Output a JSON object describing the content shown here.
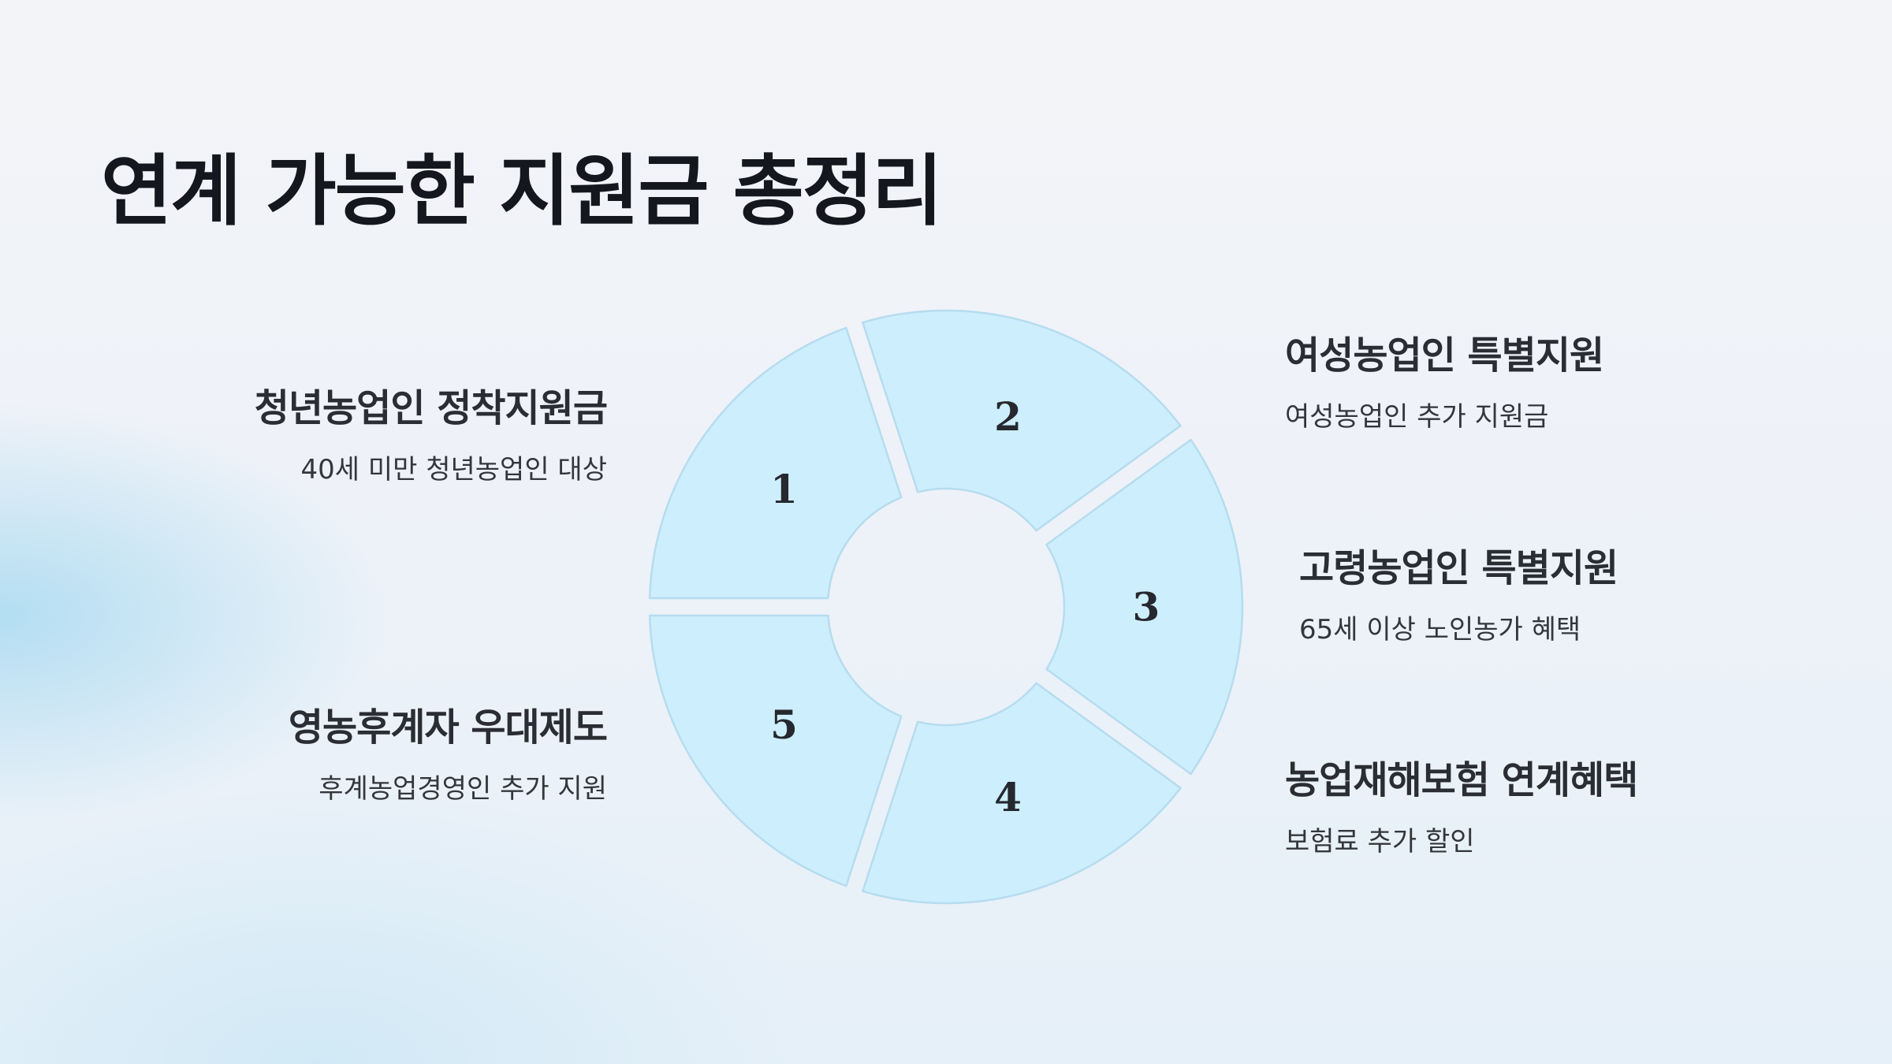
{
  "title": "연계 가능한 지원금 총정리",
  "segments": [
    {
      "number": "1",
      "heading": "청년농업인 정착지원금",
      "description": "40세 미만 청년농업인 대상"
    },
    {
      "number": "2",
      "heading": "여성농업인 특별지원",
      "description": "여성농업인 추가 지원금"
    },
    {
      "number": "3",
      "heading": "고령농업인 특별지원",
      "description": "65세 이상 노인농가 혜택"
    },
    {
      "number": "4",
      "heading": "농업재해보험 연계혜택",
      "description": "보험료 추가 할인"
    },
    {
      "number": "5",
      "heading": "영농후계자 우대제도",
      "description": "후계농업경영인 추가 지원"
    }
  ],
  "colors": {
    "segment_fill": "#cdeefd",
    "segment_stroke": "#b6dcef",
    "title_text": "#14171d"
  }
}
